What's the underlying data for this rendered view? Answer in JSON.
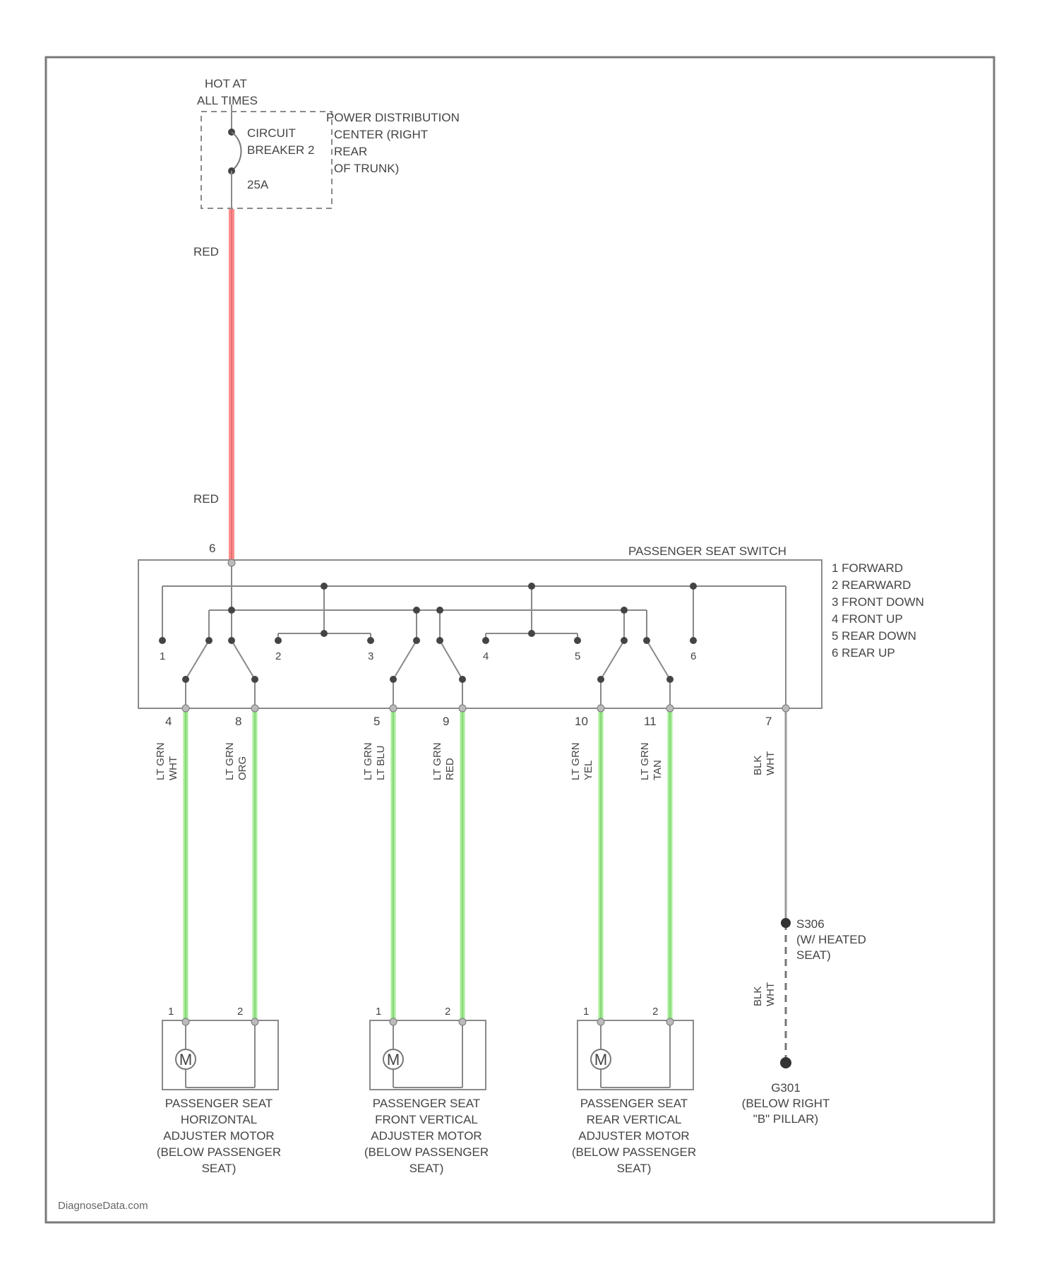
{
  "diagram": {
    "power_source": {
      "hot_at": [
        "HOT AT",
        "ALL TIMES"
      ],
      "breaker_label": [
        "CIRCUIT",
        "BREAKER 2"
      ],
      "breaker_rating": "25A",
      "pdc_label": [
        "POWER DISTRIBUTION",
        "CENTER (RIGHT",
        "REAR",
        "OF TRUNK)"
      ]
    },
    "feed_wire": {
      "upper_color": "RED",
      "lower_color": "RED",
      "switch_pin": "6"
    },
    "switch": {
      "title": "PASSENGER SEAT SWITCH",
      "positions": [
        "1 FORWARD",
        "2 REARWARD",
        "3 FRONT DOWN",
        "4 FRONT UP",
        "5 REAR DOWN",
        "6 REAR UP"
      ],
      "contact_numbers": [
        "1",
        "2",
        "3",
        "4",
        "5",
        "6"
      ],
      "output_pins": [
        "4",
        "8",
        "5",
        "9",
        "10",
        "11",
        "7"
      ]
    },
    "output_wires": [
      [
        "LT GRN",
        "WHT"
      ],
      [
        "LT GRN",
        "ORG"
      ],
      [
        "LT GRN",
        "LT BLU"
      ],
      [
        "LT GRN",
        "RED"
      ],
      [
        "LT GRN",
        "YEL"
      ],
      [
        "LT GRN",
        "TAN"
      ],
      [
        "BLK",
        "WHT"
      ]
    ],
    "splice": {
      "name": [
        "S306",
        "(W/ HEATED",
        "SEAT)"
      ],
      "wire_below": [
        "BLK",
        "WHT"
      ]
    },
    "ground": {
      "name": [
        "G301",
        "(BELOW RIGHT",
        "\"B\" PILLAR)"
      ]
    },
    "motors": [
      {
        "symbol": "M",
        "pins": [
          "1",
          "2"
        ],
        "label": [
          "PASSENGER SEAT",
          "HORIZONTAL",
          "ADJUSTER MOTOR",
          "(BELOW PASSENGER",
          "SEAT)"
        ]
      },
      {
        "symbol": "M",
        "pins": [
          "1",
          "2"
        ],
        "label": [
          "PASSENGER SEAT",
          "FRONT VERTICAL",
          "ADJUSTER MOTOR",
          "(BELOW PASSENGER",
          "SEAT)"
        ]
      },
      {
        "symbol": "M",
        "pins": [
          "1",
          "2"
        ],
        "label": [
          "PASSENGER SEAT",
          "REAR VERTICAL",
          "ADJUSTER MOTOR",
          "(BELOW PASSENGER",
          "SEAT)"
        ]
      }
    ],
    "watermark": "DiagnoseData.com",
    "colors": {
      "red_wire": "#ff8c8c",
      "green_wire": "#a6ee96",
      "frame": "#8a8a8a",
      "ink": "#444444",
      "grey_wire": "#9a9a9a"
    }
  }
}
